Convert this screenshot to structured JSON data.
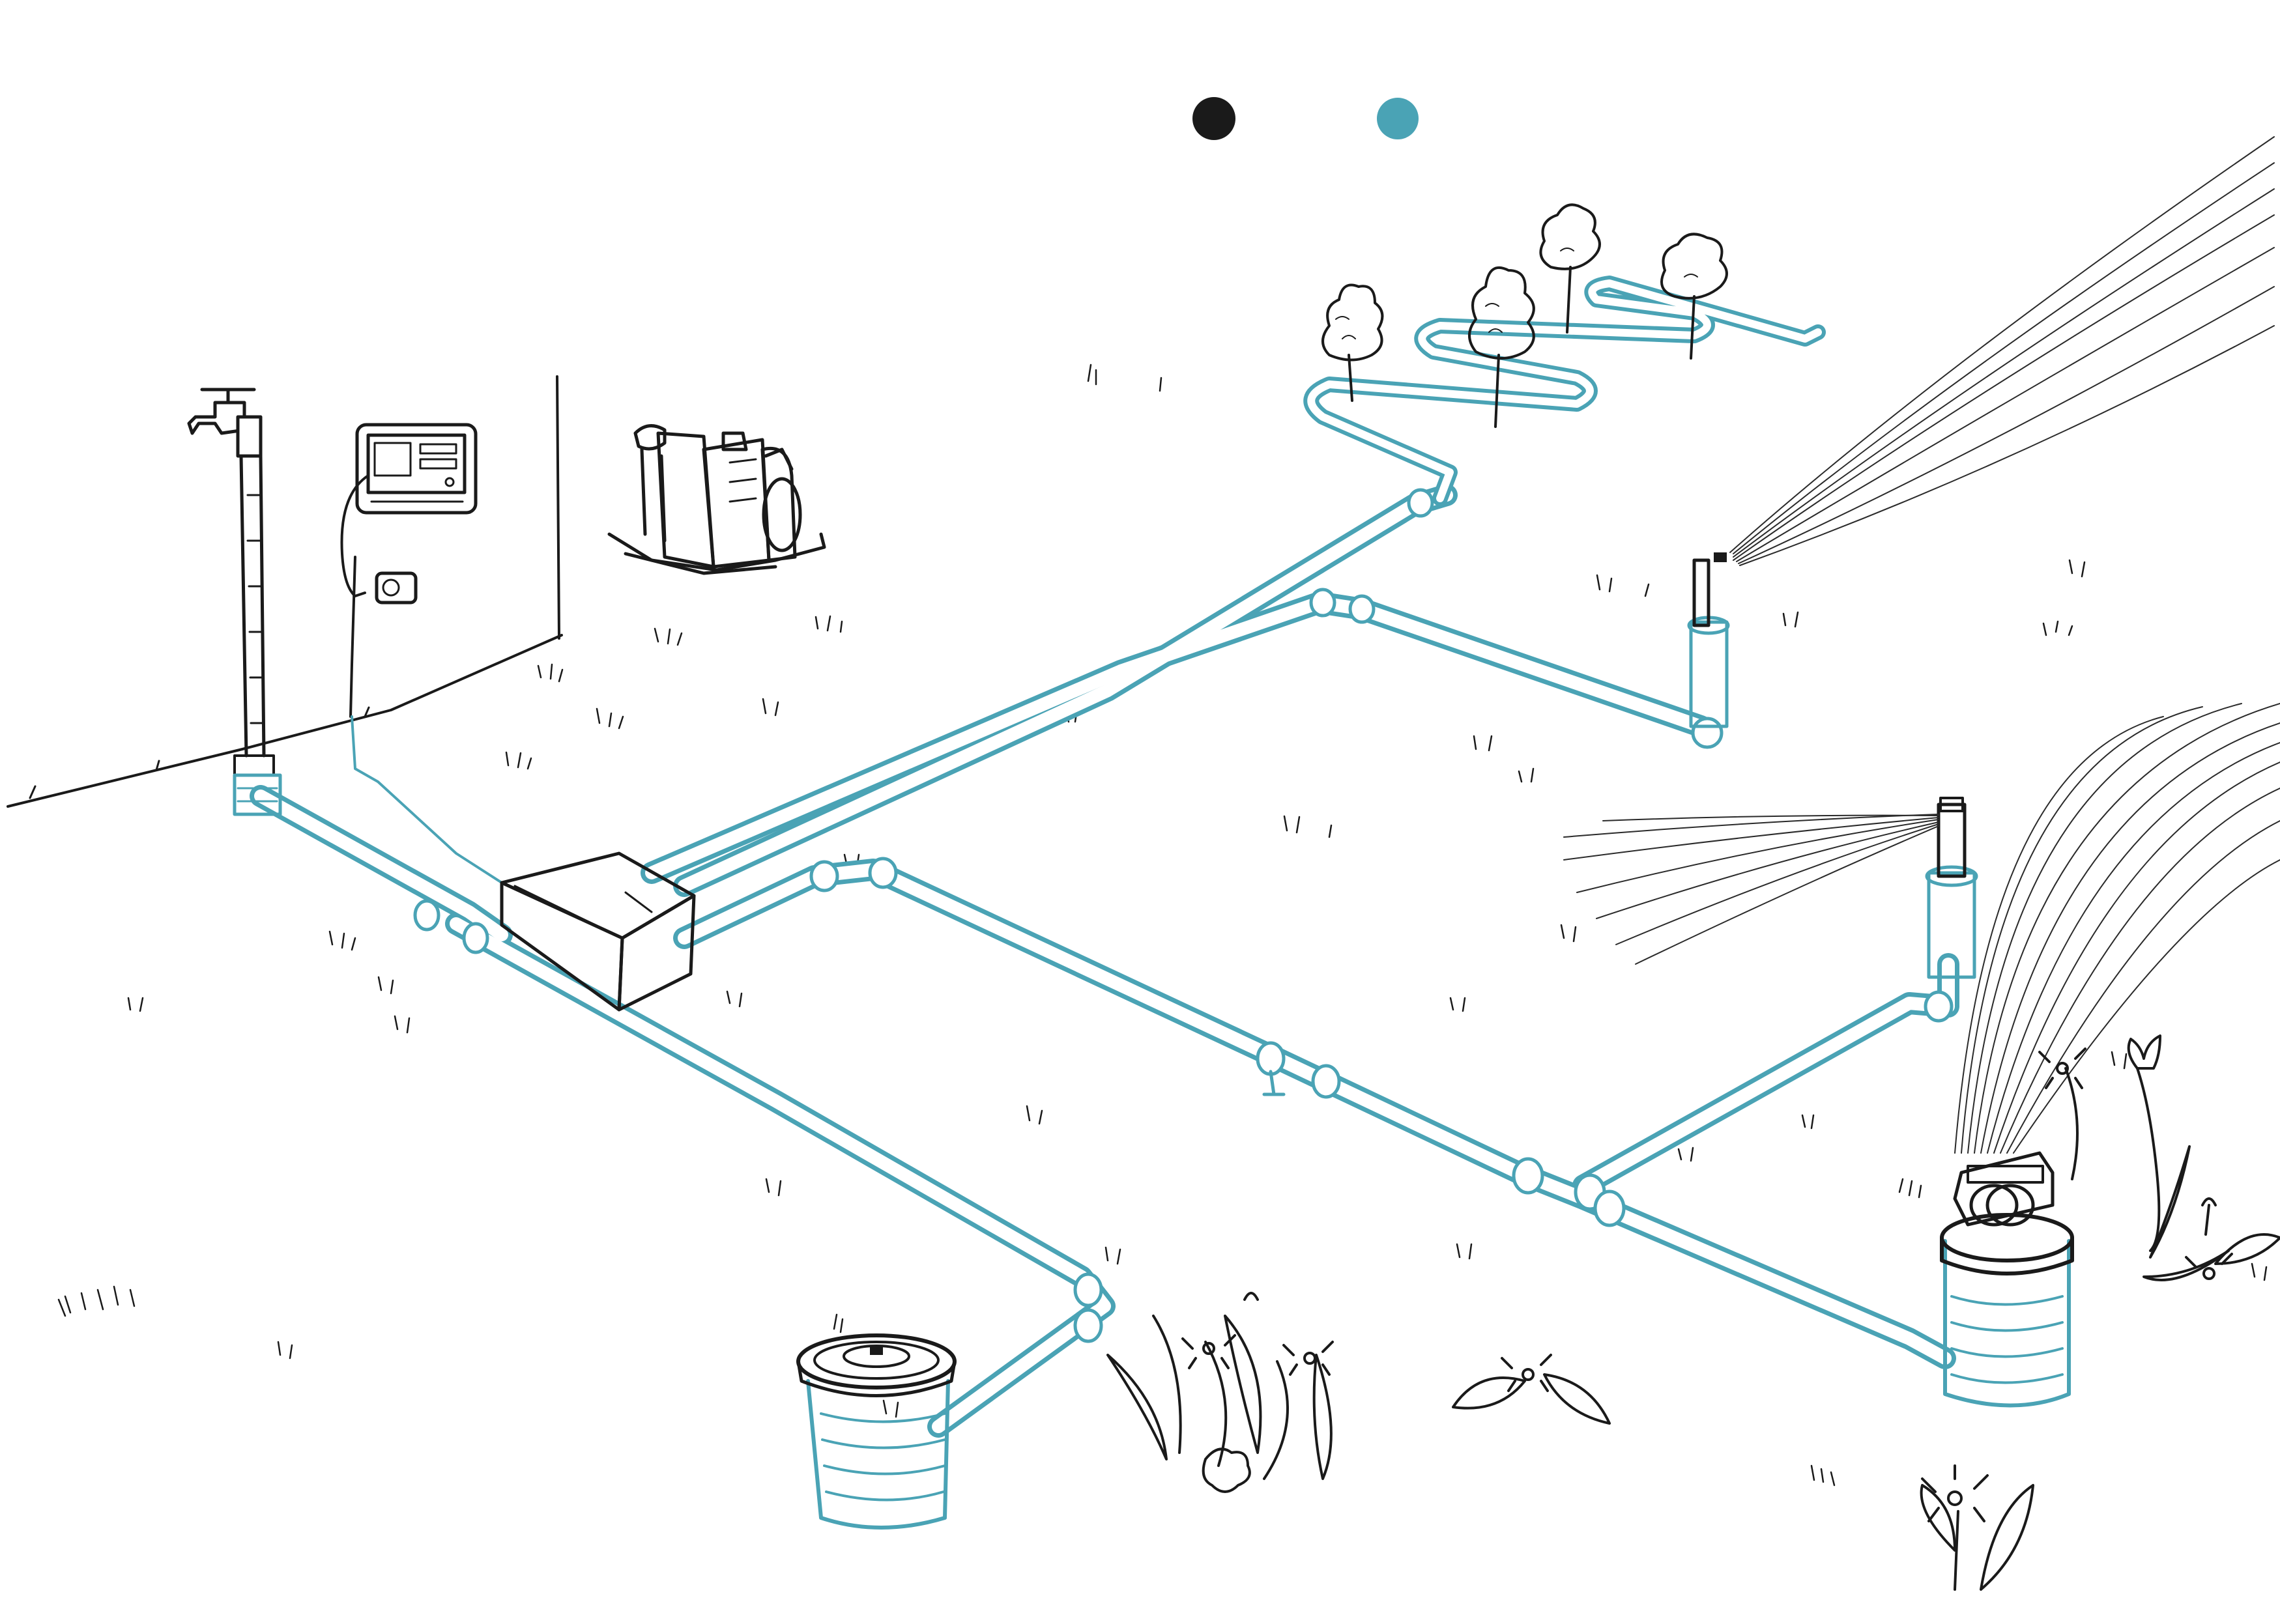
{
  "legend": [
    {
      "name": "legend-dot-black",
      "color": "#1a1a1a"
    },
    {
      "name": "legend-dot-blue",
      "color": "#4aa3b5"
    }
  ],
  "colors": {
    "ink": "#1a1a1a",
    "pipe": "#4aa3b5",
    "background": "#ffffff"
  },
  "components": [
    {
      "name": "garden-tap",
      "icon": "tap-icon"
    },
    {
      "name": "irrigation-controller",
      "icon": "controller-icon"
    },
    {
      "name": "power-socket",
      "icon": "socket-icon"
    },
    {
      "name": "water-pump",
      "icon": "pump-icon"
    },
    {
      "name": "valve-box",
      "icon": "valve-box-icon"
    },
    {
      "name": "drip-line",
      "icon": "drip-line-icon"
    },
    {
      "name": "trees",
      "icon": "tree-icon"
    },
    {
      "name": "pop-up-sprinkler",
      "icon": "sprinkler-icon"
    },
    {
      "name": "rotor-sprinkler",
      "icon": "rotor-icon"
    },
    {
      "name": "water-connection-box",
      "icon": "connection-box-icon"
    },
    {
      "name": "flowers",
      "icon": "flower-icon"
    }
  ]
}
